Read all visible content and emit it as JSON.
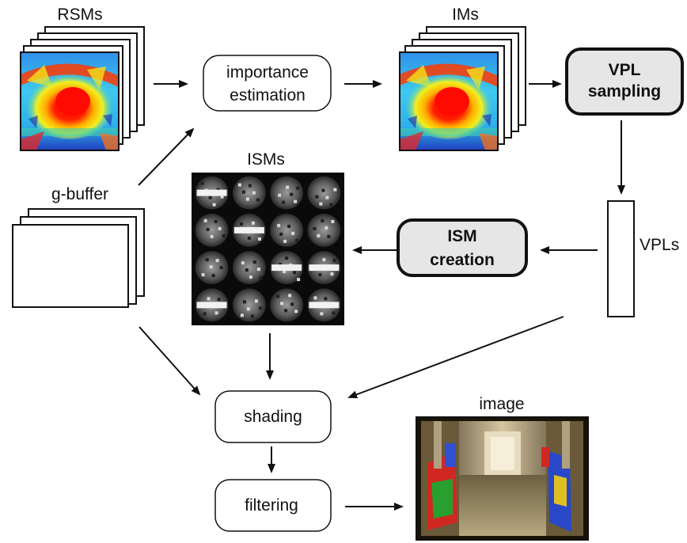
{
  "labels": {
    "rsms": "RSMs",
    "ims": "IMs",
    "isms": "ISMs",
    "gbuffer": "g-buffer",
    "vpls": "VPLs",
    "image": "image"
  },
  "nodes": {
    "importance_line1": "importance",
    "importance_line2": "estimation",
    "vpl_sampling_line1": "VPL",
    "vpl_sampling_line2": "sampling",
    "ism_creation_line1": "ISM",
    "ism_creation_line2": "creation",
    "shading": "shading",
    "filtering": "filtering"
  },
  "colors": {
    "stroke": "#111111",
    "highlight_box_fill": "#e6e6e6",
    "heatmap_hot": "#ff1a00",
    "heatmap_mid": "#f5e21a",
    "heatmap_cool": "#33b8f0",
    "heatmap_cold": "#1a2aa8"
  }
}
